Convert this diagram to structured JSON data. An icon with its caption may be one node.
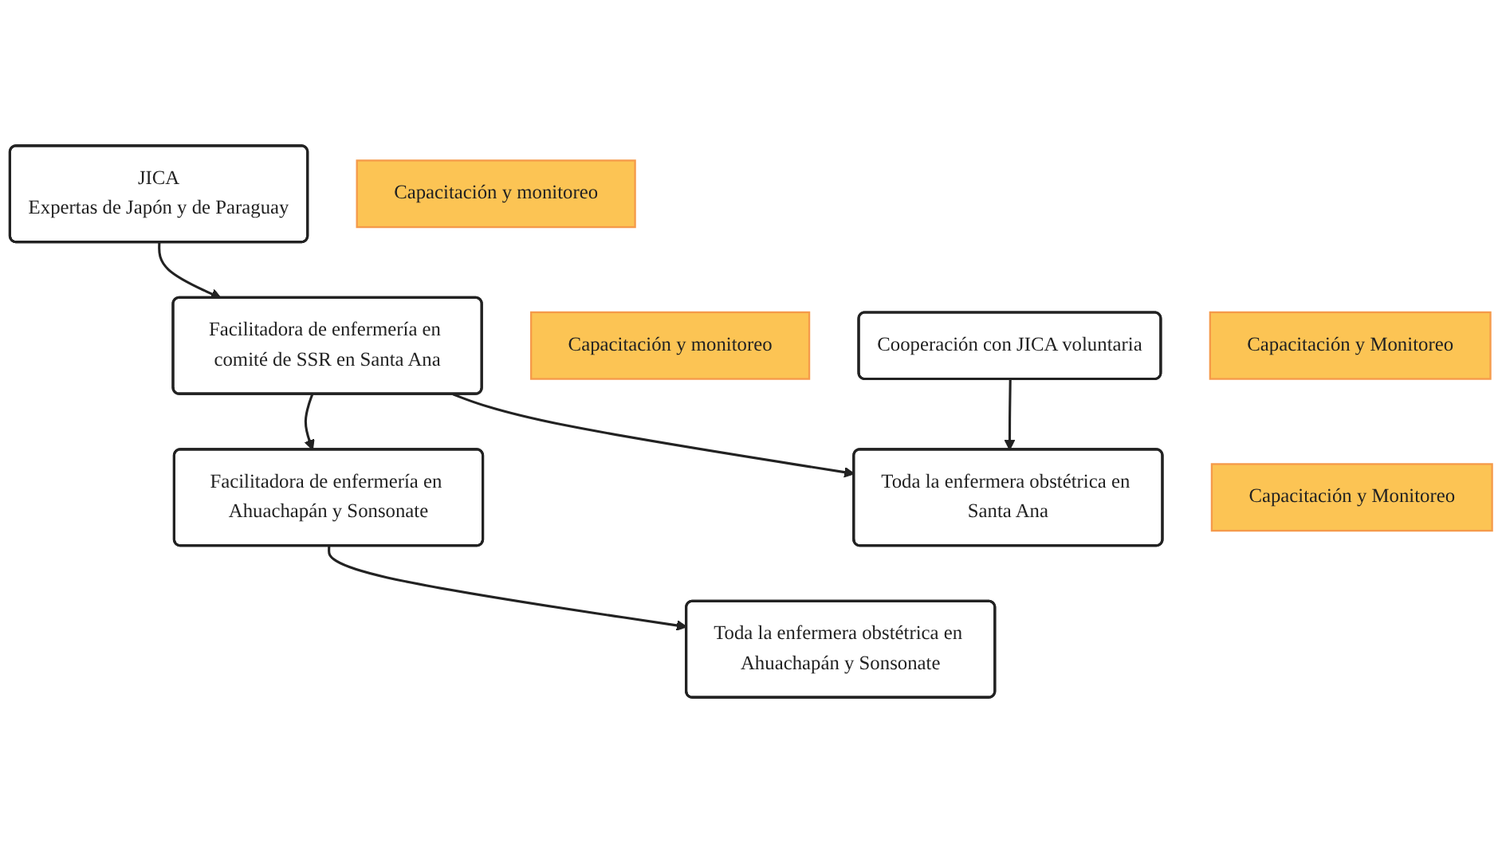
{
  "diagram": {
    "nodes": [
      {
        "text": [
          "JICA",
          "Expertas de Japón y de Paraguay"
        ]
      },
      {
        "text": [
          "Capacitación y monitoreo"
        ]
      },
      {
        "text": [
          "Facilitadora de enfermería en comité de SSR en Santa Ana"
        ]
      },
      {
        "text": [
          "Capacitación y monitoreo"
        ]
      },
      {
        "text": [
          "Facilitadora de enfermería en Ahuachapán y Sonsonate"
        ]
      },
      {
        "text": [
          "Capacitación y Monitoreo"
        ]
      },
      {
        "text": [
          "Cooperación con JICA voluntaria"
        ]
      },
      {
        "text": [
          "Toda la enfermera obstétrica en Santa Ana"
        ]
      },
      {
        "text": [
          "Capacitación y Monitoreo"
        ]
      },
      {
        "text": [
          "Toda la enfermera obstétrica en Ahuachapán y Sonsonate"
        ]
      }
    ],
    "edges": [
      {
        "from": 0,
        "to": 2,
        "arrow": "to"
      },
      {
        "from": 2,
        "to": 4,
        "arrow": "to"
      },
      {
        "from": 2,
        "to": 7,
        "arrow": "to"
      },
      {
        "from": 6,
        "to": 7,
        "arrow": "to"
      },
      {
        "from": 4,
        "to": 9,
        "arrow": "to"
      }
    ]
  }
}
